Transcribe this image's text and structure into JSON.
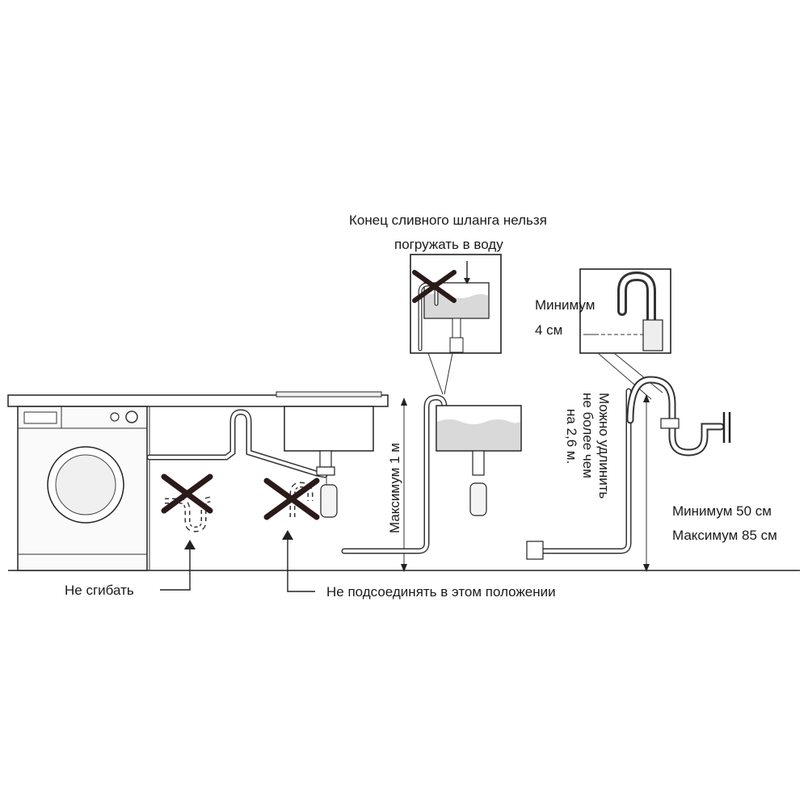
{
  "labels": {
    "top_note_line1": "Конец сливного шланга нельзя",
    "top_note_line2": "погружать в воду",
    "min4_line1": "Минимум",
    "min4_line2": "4 см",
    "extend_line1": "Можно удлинить",
    "extend_line2": "не более чем",
    "extend_line3": "на 2,6 м.",
    "max1m": "Максимум 1 м",
    "minmax_line1": "Минимум 50 см",
    "minmax_line2": "Максимум 85 см",
    "no_bend": "Не сгибать",
    "no_connect": "Не подсоединять в этом положении"
  },
  "colors": {
    "line": "#222222",
    "water": "#d9d9d9",
    "cross": "#2a1a1a"
  }
}
